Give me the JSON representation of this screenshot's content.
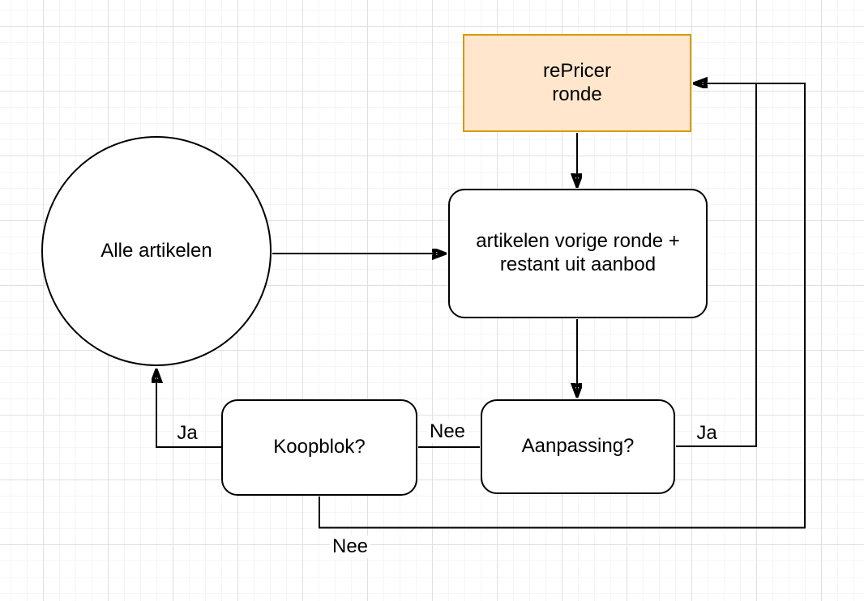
{
  "diagram": {
    "nodes": {
      "repricer": {
        "line1": "rePricer",
        "line2": "ronde"
      },
      "alle_artikelen": {
        "label": "Alle artikelen"
      },
      "vorige_ronde": {
        "line1": "artikelen vorige ronde +",
        "line2": "restant uit aanbod"
      },
      "koopblok": {
        "label": "Koopblok?"
      },
      "aanpassing": {
        "label": "Aanpassing?"
      }
    },
    "edge_labels": {
      "ja_left": "Ja",
      "nee_middle": "Nee",
      "ja_right": "Ja",
      "nee_bottom": "Nee"
    },
    "colors": {
      "repricer_fill": "#FFE6CC",
      "repricer_stroke": "#D79B00",
      "node_fill": "#FFFFFF",
      "node_stroke": "#000000",
      "edge": "#000000",
      "grid_minor": "#F5F5F5",
      "grid_major": "#E0E0E0"
    }
  }
}
